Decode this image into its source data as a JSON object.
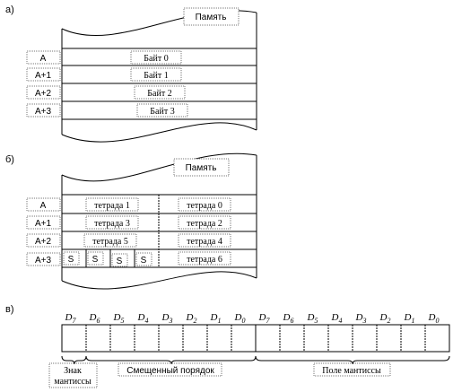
{
  "part_a": {
    "marker": "а)",
    "memory_label": "Память",
    "addresses": [
      "A",
      "A+1",
      "A+2",
      "A+3"
    ],
    "bytes": [
      "Байт 0",
      "Байт 1",
      "Байт 2",
      "Байт 3"
    ]
  },
  "part_b": {
    "marker": "б)",
    "memory_label": "Память",
    "addresses": [
      "A",
      "A+1",
      "A+2",
      "A+3"
    ],
    "left_cells": [
      "тетрада 1",
      "тетрада 3",
      "тетрада 5"
    ],
    "right_cells": [
      "тетрада 0",
      "тетрада 2",
      "тетрада 4",
      "тетрада 6"
    ],
    "sign_bits": [
      "S",
      "S",
      "S",
      "S"
    ]
  },
  "part_c": {
    "marker": "в)",
    "bit_labels": [
      "D7",
      "D6",
      "D5",
      "D4",
      "D3",
      "D2",
      "D1",
      "D0",
      "D7",
      "D6",
      "D5",
      "D4",
      "D3",
      "D2",
      "D1",
      "D0"
    ],
    "sign_label": "Знак мантиссы",
    "exponent_label": "Смещенный порядок",
    "mantissa_label": "Поле мантиссы"
  }
}
